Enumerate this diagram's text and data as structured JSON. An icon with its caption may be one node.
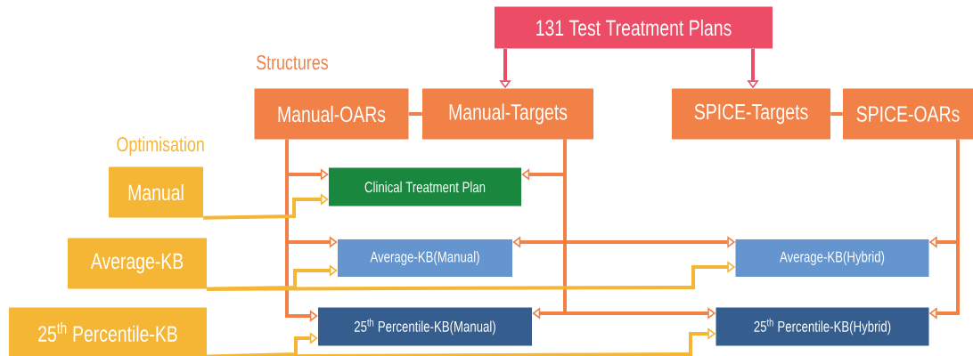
{
  "diagram": {
    "nodes": [
      {
        "text": [
          "131 Test Treatment Plans"
        ]
      },
      {
        "text": [
          "Manual-OARs"
        ]
      },
      {
        "text": [
          "Manual-Targets"
        ]
      },
      {
        "text": [
          "SPICE-Targets"
        ]
      },
      {
        "text": [
          "SPICE-OARs"
        ]
      },
      {
        "text": [
          "Manual"
        ]
      },
      {
        "text": [
          "Average-KB"
        ]
      },
      {
        "text": [
          "25$^{th}$ Percentile-KB"
        ]
      },
      {
        "text": [
          "Clinical Treatment Plan"
        ]
      },
      {
        "text": [
          "Average-KB(Manual)"
        ]
      },
      {
        "text": [
          "Average-KB(Hybrid)"
        ]
      },
      {
        "text": [
          "25$^{th}$ Percentile-KB(Manual)"
        ]
      },
      {
        "text": [
          "25$^{th}$ Percentile-KB(Hybrid)"
        ]
      }
    ],
    "edges": [
      {
        "from": 0,
        "to": 2,
        "arrow": "to",
        "color": "#ec4c66"
      },
      {
        "from": 0,
        "to": 3,
        "arrow": "to",
        "color": "#ec4c66"
      },
      {
        "from": 1,
        "to": 2,
        "arrow": "none"
      },
      {
        "from": 3,
        "to": 4,
        "arrow": "none"
      },
      {
        "from": 1,
        "to": 8,
        "arrow": "to"
      },
      {
        "from": 1,
        "to": 9,
        "arrow": "to"
      },
      {
        "from": 1,
        "to": 11,
        "arrow": "to"
      },
      {
        "from": 2,
        "to": 8,
        "arrow": "to"
      },
      {
        "from": 2,
        "to": 9,
        "arrow": "to"
      },
      {
        "from": 2,
        "to": 10,
        "arrow": "to"
      },
      {
        "from": 2,
        "to": 11,
        "arrow": "to"
      },
      {
        "from": 2,
        "to": 12,
        "arrow": "to"
      },
      {
        "from": 4,
        "to": 10,
        "arrow": "to"
      },
      {
        "from": 4,
        "to": 12,
        "arrow": "to"
      },
      {
        "from": 5,
        "to": 8,
        "arrow": "to",
        "color": "#f5b635"
      },
      {
        "from": 6,
        "to": 9,
        "arrow": "to",
        "color": "#f5b635"
      },
      {
        "from": 6,
        "to": 10,
        "arrow": "to",
        "color": "#f5b635"
      },
      {
        "from": 7,
        "to": 11,
        "arrow": "to",
        "color": "#f5b635"
      },
      {
        "from": 7,
        "to": 12,
        "arrow": "to",
        "color": "#f5b635"
      }
    ],
    "labels": [
      "Structures",
      "Optimisation"
    ]
  }
}
